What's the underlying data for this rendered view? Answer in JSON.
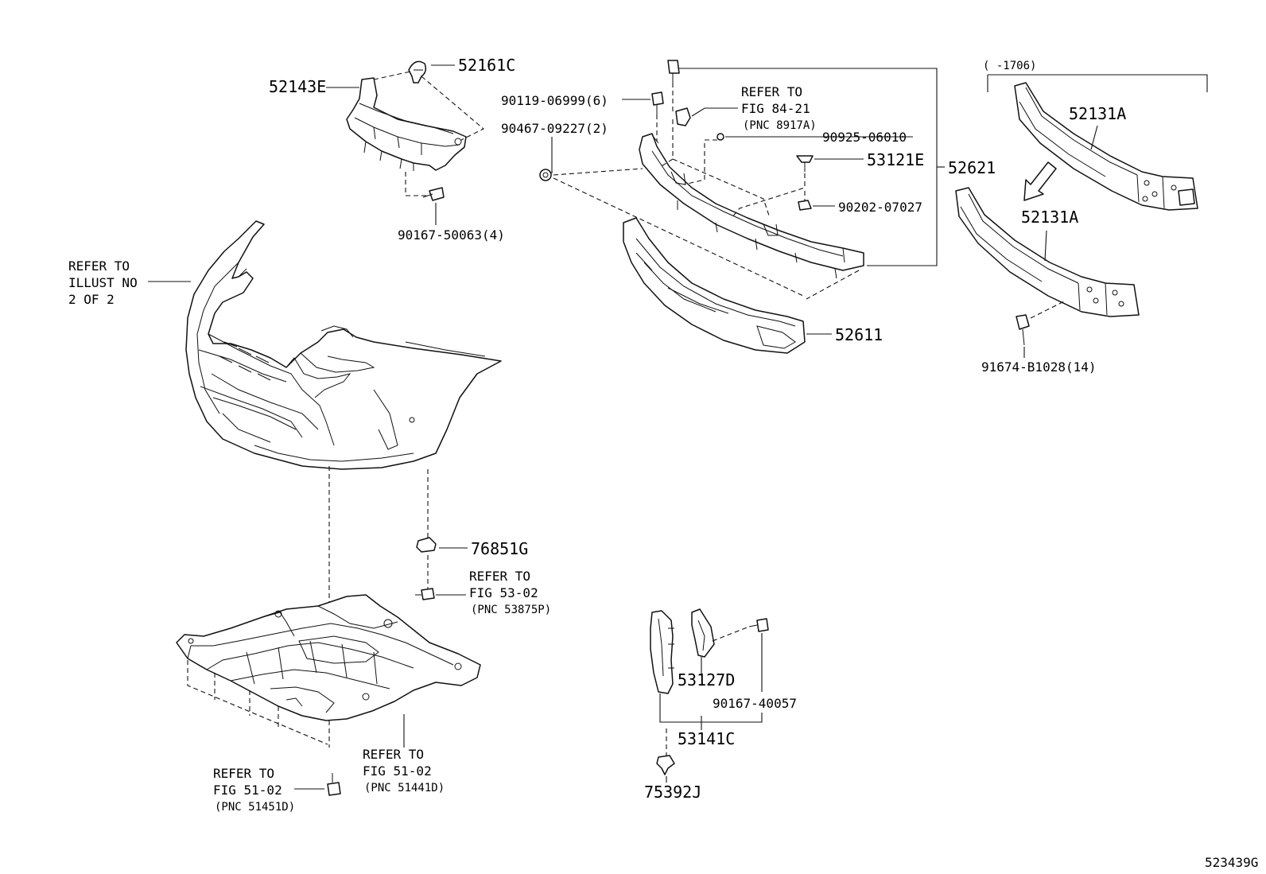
{
  "labels": {
    "p52161C": "52161C",
    "p52143E": "52143E",
    "p90167_50063": "90167-50063(4)",
    "p90119": "90119-06999(6)",
    "p90467": "90467-09227(2)",
    "refer_8421_1": "REFER TO",
    "refer_8421_2": "FIG 84-21",
    "refer_8421_3": "(PNC 8917A)",
    "p90925": "90925-06010",
    "p53121E": "53121E",
    "p52621": "52621",
    "p90202": "90202-07027",
    "p52611": "52611",
    "range": "(      -1706)",
    "p52131A_top": "52131A",
    "p52131A_bot": "52131A",
    "p91674": "91674-B1028(14)",
    "refer_illust_1": "REFER TO",
    "refer_illust_2": "ILLUST NO",
    "refer_illust_3": "2 OF 2",
    "p76851G": "76851G",
    "refer_5302_1": "REFER TO",
    "refer_5302_2": "FIG 53-02",
    "refer_5302_3": "(PNC 53875P)",
    "p53127D": "53127D",
    "p90167_40057": "90167-40057",
    "p53141C": "53141C",
    "p75392J": "75392J",
    "refer_5102a_1": "REFER TO",
    "refer_5102a_2": "FIG 51-02",
    "refer_5102a_3": "(PNC 51441D)",
    "refer_5102b_1": "REFER TO",
    "refer_5102b_2": "FIG 51-02",
    "refer_5102b_3": "(PNC 51451D)",
    "diagram_id": "523439G"
  }
}
